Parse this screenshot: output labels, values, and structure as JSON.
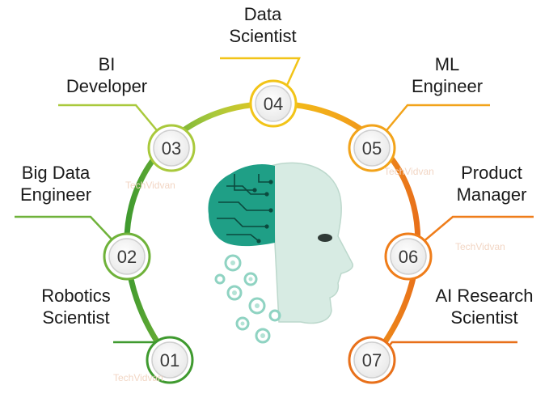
{
  "nodes": [
    {
      "number": "01",
      "label_lines": [
        "Robotics",
        "Scientist"
      ],
      "color": "#3f9a2f"
    },
    {
      "number": "02",
      "label_lines": [
        "Big Data",
        "Engineer"
      ],
      "color": "#6fb23a"
    },
    {
      "number": "03",
      "label_lines": [
        "BI",
        "Developer"
      ],
      "color": "#a9c93c"
    },
    {
      "number": "04",
      "label_lines": [
        "Data",
        "Scientist"
      ],
      "color": "#f2c418"
    },
    {
      "number": "05",
      "label_lines": [
        "ML",
        "Engineer"
      ],
      "color": "#f2a31a"
    },
    {
      "number": "06",
      "label_lines": [
        "Product",
        "Manager"
      ],
      "color": "#ef7d1a"
    },
    {
      "number": "07",
      "label_lines": [
        "AI Research",
        "Scientist"
      ],
      "color": "#e8701a"
    }
  ],
  "watermark": "TechVidvan",
  "center_graphic": "ai-head-with-circuit-brain-and-gears"
}
